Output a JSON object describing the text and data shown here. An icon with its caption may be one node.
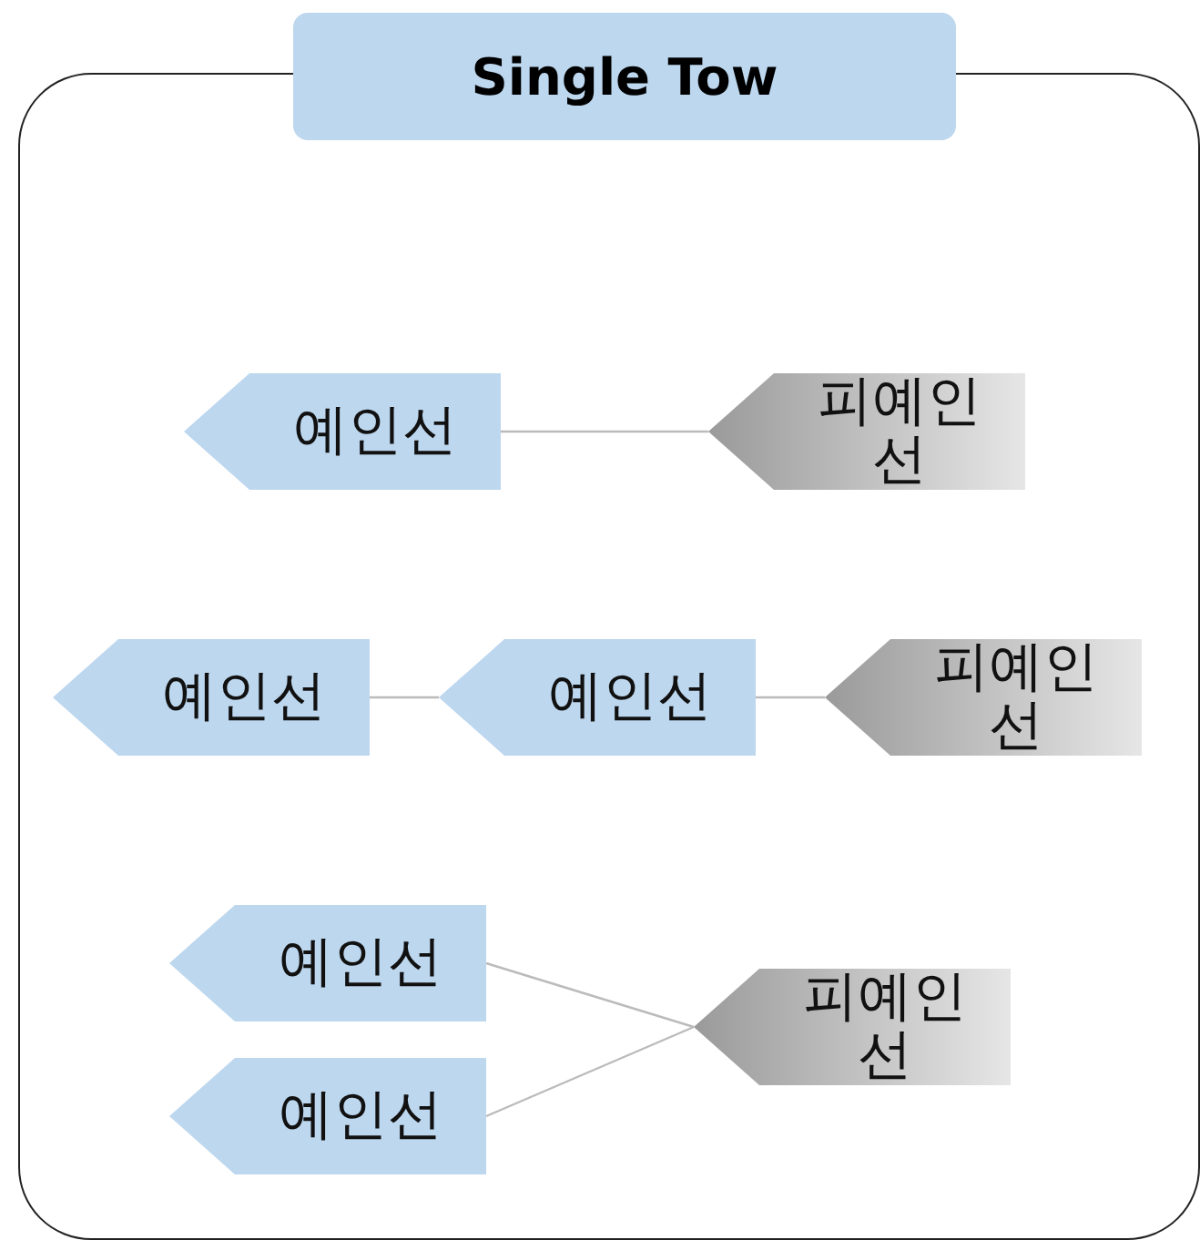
{
  "diagram": {
    "nodes": [
      {
        "text": [
          "Single Tow"
        ]
      },
      {
        "text": [
          "예인선"
        ],
        "in": 0
      },
      {
        "text": [
          "피예인선"
        ],
        "in": 0
      },
      {
        "text": [
          "예인선"
        ],
        "in": 0
      },
      {
        "text": [
          "예인선"
        ],
        "in": 0
      },
      {
        "text": [
          "피예인선"
        ],
        "in": 0
      },
      {
        "text": [
          "예인선"
        ],
        "in": 0
      },
      {
        "text": [
          "예인선"
        ],
        "in": 0
      },
      {
        "text": [
          "피예인선"
        ],
        "in": 0
      }
    ],
    "edges": [
      {
        "from": 1,
        "to": 2,
        "arrow": "none"
      },
      {
        "from": 3,
        "to": 4,
        "arrow": "none"
      },
      {
        "from": 4,
        "to": 5,
        "arrow": "none"
      },
      {
        "from": 6,
        "to": 8,
        "arrow": "none"
      },
      {
        "from": 7,
        "to": 8,
        "arrow": "none"
      }
    ]
  }
}
